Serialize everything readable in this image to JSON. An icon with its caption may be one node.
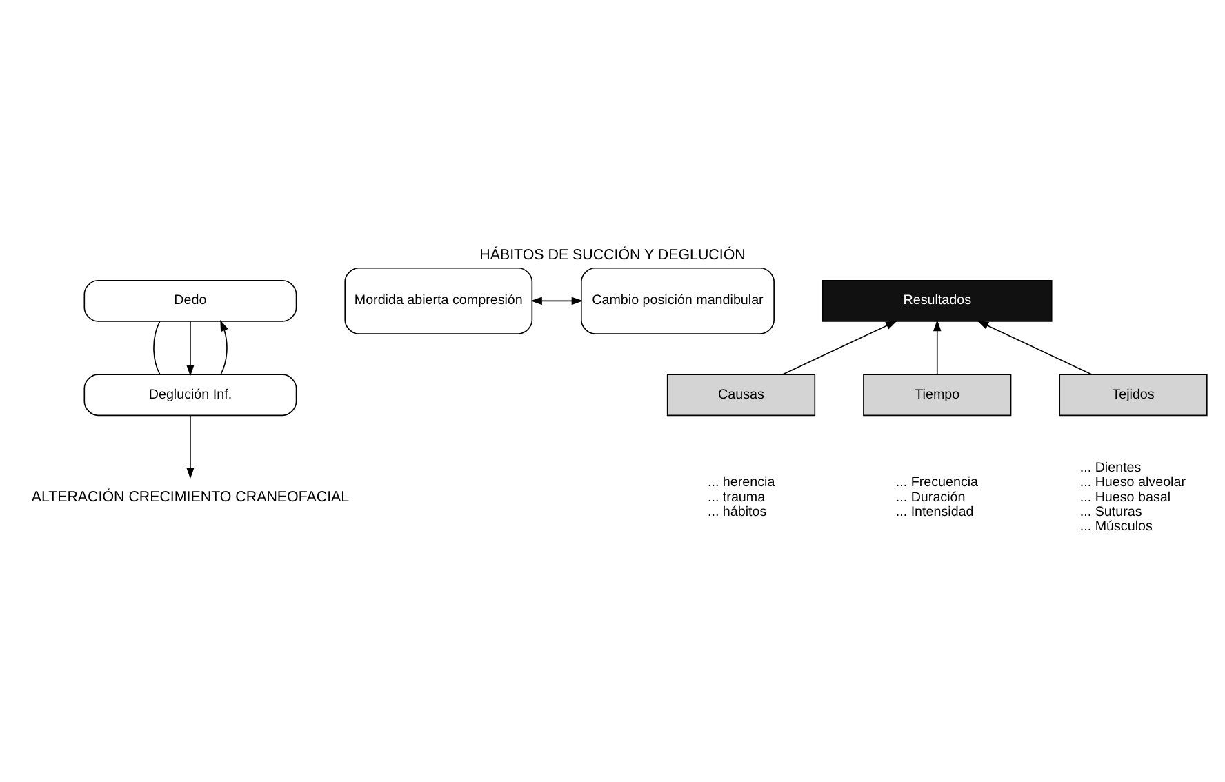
{
  "diagram": {
    "title": "HÁBITOS DE SUCCIÓN Y DEGLUCIÓN",
    "nodes": [
      {
        "text": [
          "Dedo"
        ]
      },
      {
        "text": [
          "Mordida abierta compresión"
        ]
      },
      {
        "text": [
          "Deglución Inf."
        ]
      },
      {
        "text": [
          "Cambio posición mandibular"
        ]
      },
      {
        "text": [
          "ALTERACIÓN CRECIMIENTO CRANEOFACIAL"
        ]
      },
      {
        "text": [
          "Resultados"
        ]
      },
      {
        "text": [
          "Causas"
        ],
        "beside": [
          "... herencia",
          "... trauma",
          "... hábitos"
        ]
      },
      {
        "text": [
          "Tiempo"
        ],
        "beside": [
          "... Frecuencia",
          "... Duración",
          "... Intensidad"
        ]
      },
      {
        "text": [
          "Tejidos"
        ],
        "beside": [
          "... Dientes",
          "... Hueso alveolar",
          "... Hueso basal",
          "... Suturas",
          "... Músculos"
        ]
      }
    ],
    "edges": [
      {
        "from": 0,
        "to": 2,
        "arrow": "none"
      },
      {
        "from": 0,
        "to": 2,
        "arrow": "to"
      },
      {
        "from": 2,
        "to": 0,
        "arrow": "to"
      },
      {
        "from": 1,
        "to": 3,
        "arrow": "both"
      },
      {
        "from": 2,
        "to": 4,
        "arrow": "to"
      },
      {
        "from": 6,
        "to": 5,
        "arrow": "to"
      },
      {
        "from": 7,
        "to": 5,
        "arrow": "to"
      },
      {
        "from": 8,
        "to": 5,
        "arrow": "to"
      }
    ]
  }
}
